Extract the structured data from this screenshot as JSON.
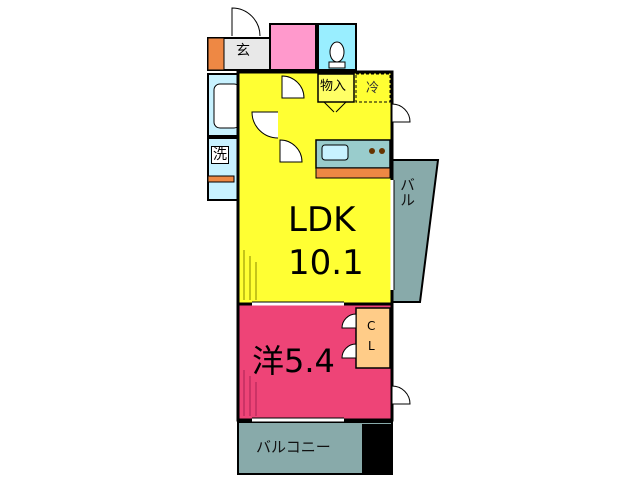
{
  "rooms": {
    "ldk_label": "LDK",
    "ldk_area": "10.1",
    "western_room": "洋5.4",
    "entrance": "玄",
    "laundry": "洗",
    "storage": "物入",
    "fridge": "冷",
    "closet_c": "C",
    "closet_l": "L",
    "side_balcony": "バル",
    "balcony": "バルコニー"
  },
  "colors": {
    "ldk": "#ffff33",
    "western": "#ee4477",
    "wet_area": "#c8f2ff",
    "toilet": "#99eeff",
    "entrance_accent": "#ff99cc",
    "balcony": "#88aaaa",
    "kitchen": "#99cccc",
    "closet": "#ffcc88",
    "stair": "#ee8844",
    "wall": "#000000"
  }
}
